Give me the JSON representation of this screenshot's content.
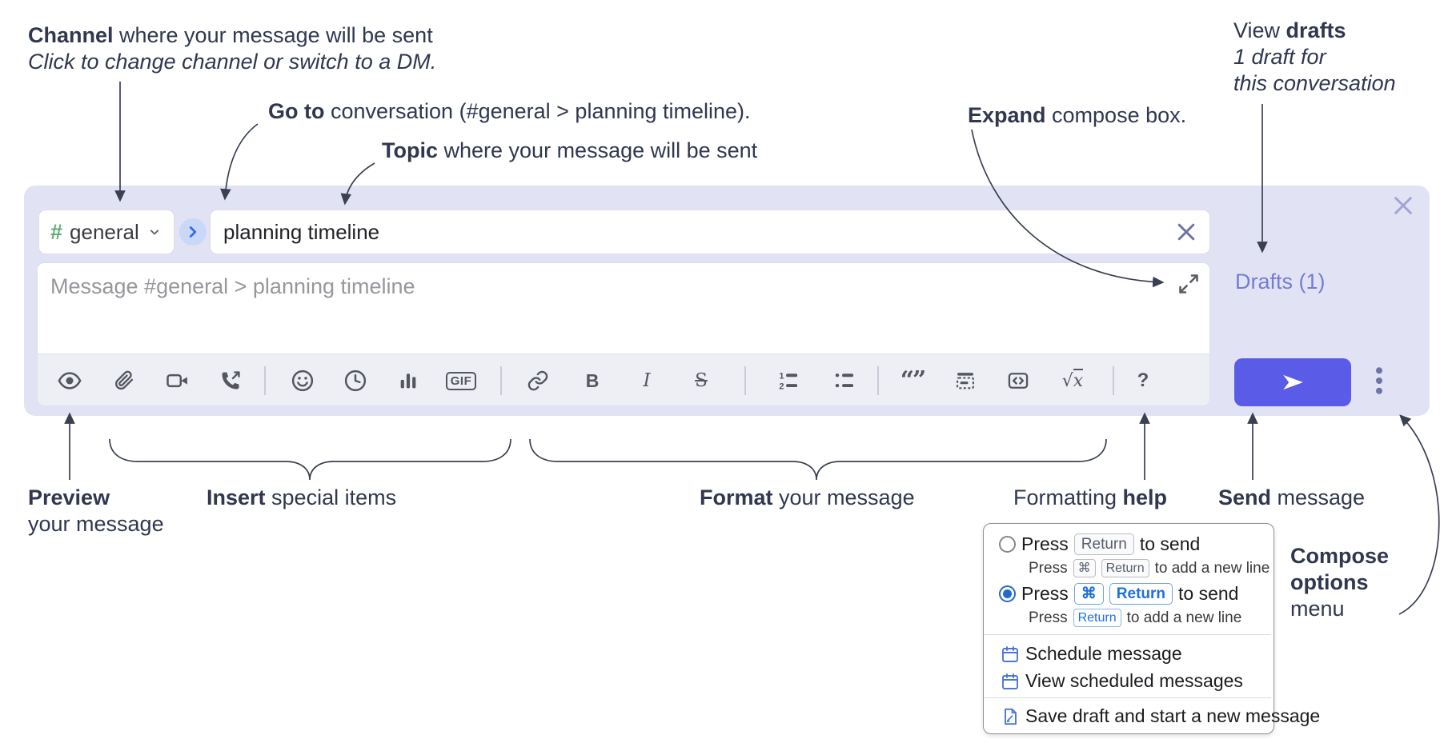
{
  "annotations": {
    "channel": {
      "bold": "Channel",
      "rest": " where your message will be sent",
      "line2": "Click to change channel or switch to a DM."
    },
    "goto": {
      "bold": "Go to",
      "rest": " conversation (#general > planning timeline)."
    },
    "topic": {
      "bold": "Topic",
      "rest": " where your message will be sent"
    },
    "expand": {
      "bold": "Expand",
      "rest": " compose box."
    },
    "view_drafts": {
      "line1_pre": "View ",
      "line1_bold": "drafts",
      "line2": "1 draft for",
      "line3": "this conversation"
    },
    "preview": {
      "bold": "Preview",
      "line2": "your message"
    },
    "insert": {
      "bold": "Insert",
      "rest": " special items"
    },
    "format": {
      "bold": "Format",
      "rest": " your message"
    },
    "fmt_help": {
      "pre": "Formatting ",
      "bold": "help"
    },
    "send": {
      "bold": "Send",
      "rest": " message"
    },
    "compose_options": {
      "line1": "Compose",
      "line2": "options",
      "line3": "menu"
    }
  },
  "compose": {
    "channel_selector": {
      "hash": "#",
      "name": "general"
    },
    "topic_input": {
      "value": "planning timeline"
    },
    "message_input": {
      "placeholder": "Message #general > planning timeline"
    },
    "drafts_link": "Drafts (1)",
    "toolbar": {
      "gif_label": "GIF",
      "bold_label": "B",
      "italic_label": "I",
      "strike_label": "S",
      "quote_label": "“”",
      "math_radical": "√",
      "math_x": "x",
      "help_label": "?",
      "icon_names": [
        "preview-eye",
        "attach-paperclip",
        "start-video-call",
        "start-voice-call",
        "emoji",
        "add-global-time",
        "add-poll",
        "add-gif",
        "link",
        "bold",
        "italic",
        "strikethrough",
        "numbered-list",
        "bulleted-list",
        "quote",
        "spoiler",
        "code",
        "math",
        "message-formatting-help"
      ]
    }
  },
  "popup": {
    "option1": {
      "pre": "Press",
      "key": "Return",
      "post": "to send",
      "sub_pre": "Press",
      "sub_key1": "⌘",
      "sub_key2": "Return",
      "sub_post": "to add a new line"
    },
    "option2": {
      "pre": "Press",
      "key1": "⌘",
      "key2": "Return",
      "post": "to send",
      "sub_pre": "Press",
      "sub_key": "Return",
      "sub_post": "to add a new line"
    },
    "items": [
      {
        "label": "Schedule message"
      },
      {
        "label": "View scheduled messages"
      },
      {
        "label": "Save draft and start a new message"
      }
    ]
  },
  "colors": {
    "compose_background": "#e1e3f4",
    "accent_send": "#5a5be6",
    "drafts_link": "#767bd4",
    "channel_hash_green": "#5fae73",
    "go_button_bg": "#c9d7f8",
    "go_button_chevron": "#3c68ee",
    "popup_blue": "#1f6fe0",
    "icon_gray": "#54575e",
    "annotation_text": "#30374f"
  }
}
